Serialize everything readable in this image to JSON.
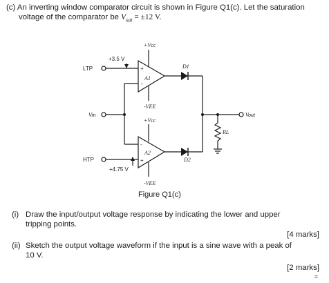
{
  "question": {
    "part_label": "(c)",
    "intro_line1": "An inverting window comparator circuit is shown in Figure Q1(c). Let the saturation",
    "intro_line2_prefix": "voltage of the comparator be ",
    "vsat_symbol": "V",
    "vsat_sub": "sat",
    "vsat_value": " = ±12 V.",
    "figure_caption": "Figure Q1(c)"
  },
  "circuit": {
    "vcc_top": "+Vcc",
    "vee_a1": "-VEE",
    "vcc_a2": "+Vcc",
    "vee_a2": "-VEE",
    "ltp_label": "LTP",
    "htp_label": "HTP",
    "vin_label": "Vin",
    "vout_label": "Vout",
    "ref_top": "+3.5 V",
    "ref_bottom": "+4.75 V",
    "amp1": "A1",
    "amp2": "A2",
    "diode1": "D1",
    "diode2": "D2",
    "load": "RL",
    "plus": "+",
    "minus": "-"
  },
  "sub_questions": [
    {
      "label": "(i)",
      "line1": "Draw the input/output voltage response by indicating the lower and upper",
      "line2": "tripping points.",
      "marks": "[4 marks]"
    },
    {
      "label": "(ii)",
      "line1": "Sketch the output voltage waveform if the input is a sine wave with a peak of",
      "line2": "10 V.",
      "marks": "[2 marks]"
    }
  ],
  "end_mark": "="
}
